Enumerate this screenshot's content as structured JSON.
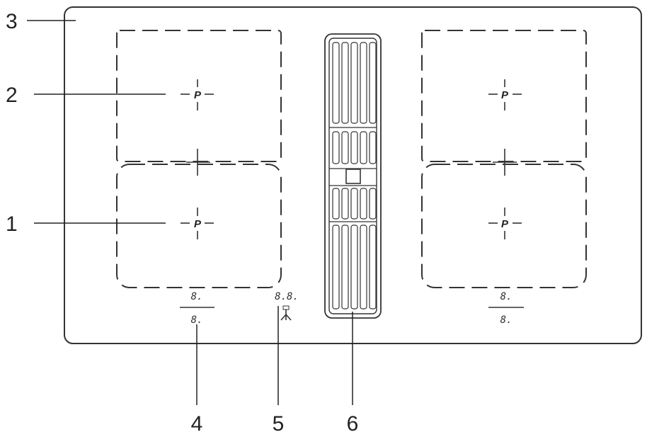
{
  "callouts": {
    "c1": "1",
    "c2": "2",
    "c3": "3",
    "c4": "4",
    "c5": "5",
    "c6": "6"
  },
  "zone_marks": {
    "top_left": "P",
    "bottom_left": "P",
    "top_right": "P",
    "bottom_right": "P"
  },
  "displays": {
    "left_top": "8.",
    "left_bottom": "8.",
    "center": "8.8.",
    "right_top": "8.",
    "right_bottom": "8."
  },
  "icons": {
    "fan": "fan-icon"
  },
  "colors": {
    "line": "#333333",
    "background": "#ffffff"
  }
}
